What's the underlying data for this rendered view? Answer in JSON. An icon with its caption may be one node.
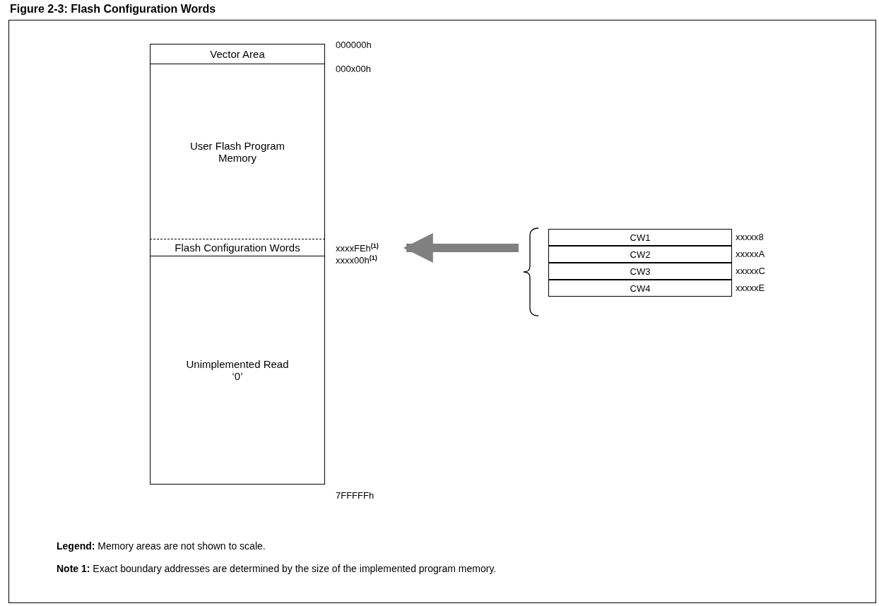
{
  "diagram": {
    "title": "Figure 2-3: Flash Configuration Words",
    "nodes": [
      {
        "text": [
          "Vector Area"
        ]
      },
      {
        "text": [
          "User Flash Program Memory"
        ]
      },
      {
        "text": [
          "Flash Configuration Words"
        ]
      },
      {
        "text": [
          "Unimplemented Read ‘0’"
        ]
      },
      {
        "text": [],
        "shape": "brace"
      },
      {
        "text": [
          "CW1"
        ],
        "in": 4,
        "beside": [
          "xxxxx8"
        ]
      },
      {
        "text": [
          "CW2"
        ],
        "in": 4,
        "beside": [
          "xxxxxA"
        ]
      },
      {
        "text": [
          "CW3"
        ],
        "in": 4,
        "beside": [
          "xxxxxC"
        ]
      },
      {
        "text": [
          "CW4"
        ],
        "in": 4,
        "beside": [
          "xxxxxE"
        ]
      }
    ],
    "edges": [
      {
        "from": 4,
        "to": 2,
        "arrow": "to",
        "color": "#808080"
      }
    ],
    "labels": [
      "000000h",
      "000x00h",
      "xxxxFEh$^{(1)}$",
      "xxxx00h$^{(1)}$",
      "7FFFFFh",
      "**Legend:** Memory areas are not shown to scale.",
      "**Note 1:** Exact boundary addresses are determined by the size of the implemented program memory."
    ]
  }
}
